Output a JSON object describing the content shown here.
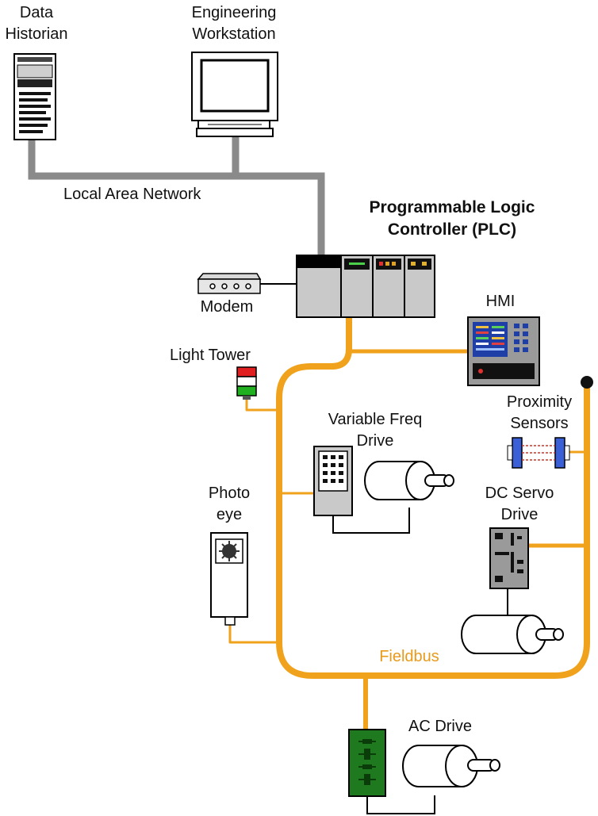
{
  "labels": {
    "data_historian": [
      "Data",
      "Historian"
    ],
    "engineering_workstation": [
      "Engineering",
      "Workstation"
    ],
    "local_area_network": "Local Area Network",
    "plc": [
      "Programmable Logic",
      "Controller (PLC)"
    ],
    "modem": "Modem",
    "hmi": "HMI",
    "light_tower": "Light Tower",
    "proximity_sensors": [
      "Proximity",
      "Sensors"
    ],
    "variable_freq_drive": [
      "Variable Freq",
      "Drive"
    ],
    "photo_eye": [
      "Photo",
      "eye"
    ],
    "dc_servo_drive": [
      "DC Servo",
      "Drive"
    ],
    "fieldbus": "Fieldbus",
    "ac_drive": "AC Drive"
  },
  "colors": {
    "lan_cable": "#8a8a8a",
    "fieldbus_cable": "#f0a21c",
    "fieldbus_label": "#e89a1b",
    "ac_drive_module": "#1f7a1f",
    "hmi_screen": "#1f3fa6",
    "plc_body": "#c9c9c9",
    "proximity_sensor": "#3b5fd6"
  }
}
